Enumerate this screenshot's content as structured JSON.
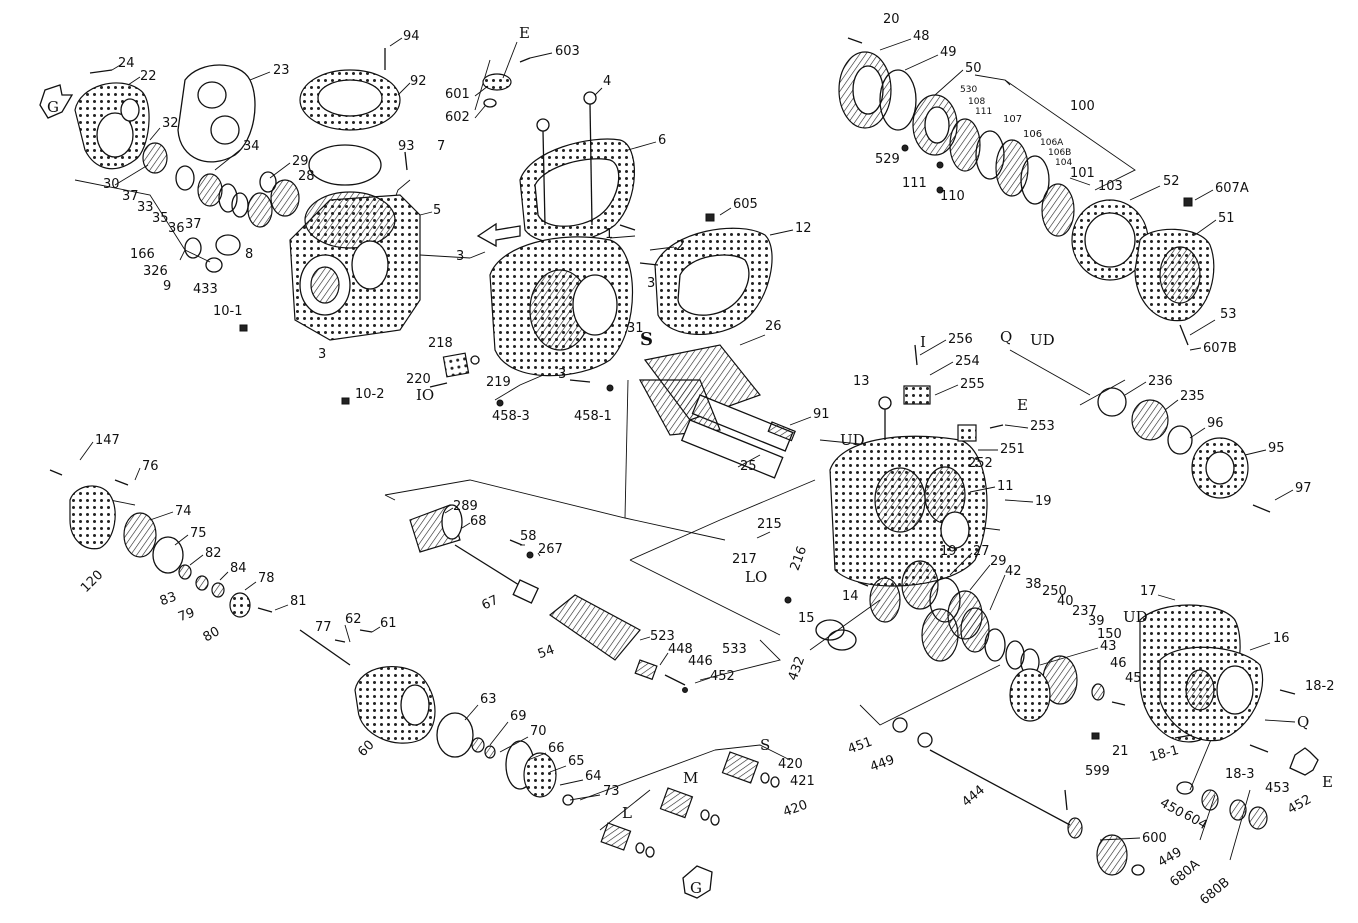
{
  "labels": {
    "l24": "24",
    "l22": "22",
    "l23": "23",
    "l94": "94",
    "l92": "92",
    "lE1": "E",
    "l603": "603",
    "l601": "601",
    "l602": "602",
    "l4": "4",
    "l93": "93",
    "l7": "7",
    "l32": "32",
    "l34": "34",
    "l29a": "29",
    "l30": "30",
    "l37a": "37",
    "l33": "33",
    "l28": "28",
    "l35": "35",
    "l36": "36",
    "l37b": "37",
    "l5": "5",
    "l6": "6",
    "l605": "605",
    "l12": "12",
    "l1": "1",
    "l2": "2",
    "l166": "166",
    "l326": "326",
    "l9": "9",
    "l8": "8",
    "l433": "433",
    "l3a": "3",
    "l3b": "3",
    "l10_1": "10-1",
    "l3c": "3",
    "l10_2": "10-2",
    "l218": "218",
    "l220": "220",
    "lIO": "IO",
    "l219": "219",
    "l458_3": "458-3",
    "l3d": "3",
    "l458_1": "458-1",
    "l31": "31",
    "lS1": "S",
    "l26": "26",
    "l91": "91",
    "l25": "25",
    "l20": "20",
    "l48": "48",
    "l49": "49",
    "l50": "50",
    "l530": "530",
    "l108": "108",
    "l111a": "111",
    "l107": "107",
    "l100": "100",
    "l106": "106",
    "l106a": "106A",
    "l106b": "106B",
    "l104": "104",
    "l529": "529",
    "l111b": "111",
    "l110": "110",
    "l101": "101",
    "l103": "103",
    "l52": "52",
    "l607A": "607A",
    "l51": "51",
    "l53": "53",
    "l607B": "607B",
    "lQ1": "Q",
    "lUD1": "UD",
    "l236": "236",
    "l235": "235",
    "l96": "96",
    "l95": "95",
    "l97": "97",
    "lI": "I",
    "l256": "256",
    "l254": "254",
    "l255": "255",
    "l13": "13",
    "lE2": "E",
    "l253": "253",
    "lUD2": "UD",
    "l251": "251",
    "l252": "252",
    "l11": "11",
    "l19a": "19",
    "l19b": "19",
    "l147": "147",
    "l76": "76",
    "l74": "74",
    "l75": "75",
    "l82": "82",
    "l120": "120",
    "l83": "83",
    "l84": "84",
    "l78": "78",
    "l79": "79",
    "l81": "81",
    "l80": "80",
    "l289": "289",
    "l68": "68",
    "l58": "58",
    "l267": "267",
    "l67": "67",
    "l215": "215",
    "l217": "217",
    "lLO": "LO",
    "l216": "216",
    "l27": "27",
    "l29b": "29",
    "l42": "42",
    "l38": "38",
    "l250": "250",
    "l40": "40",
    "l237": "237",
    "l39": "39",
    "l150": "150",
    "l43": "43",
    "l46": "46",
    "l45": "45",
    "l14": "14",
    "l15": "15",
    "l432": "432",
    "l77": "77",
    "l62": "62",
    "l61": "61",
    "l54": "54",
    "l523": "523",
    "l448": "448",
    "l446": "446",
    "l533": "533",
    "l452a": "452",
    "l60": "60",
    "l63": "63",
    "l69": "69",
    "l70": "70",
    "l66": "66",
    "l65": "65",
    "l64": "64",
    "l73": "73",
    "lS2": "S",
    "l420a": "420",
    "l421": "421",
    "l420b": "420",
    "lM": "M",
    "lL": "L",
    "l17": "17",
    "lUD3": "UD",
    "l16": "16",
    "l18_2": "18-2",
    "lQ2": "Q",
    "l21": "21",
    "l18_1": "18-1",
    "l18_3": "18-3",
    "lE3": "E",
    "l451": "451",
    "l449a": "449",
    "l444": "444",
    "l599": "599",
    "l450": "450",
    "l604": "604",
    "l453": "453",
    "l452b": "452",
    "l600": "600",
    "l449b": "449",
    "l680A": "680A",
    "l680B": "680B",
    "lG1": "G",
    "lG2": "G"
  }
}
